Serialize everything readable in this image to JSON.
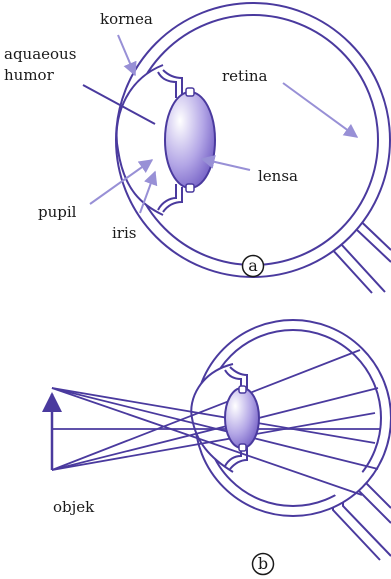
{
  "diagram_a": {
    "labels": {
      "kornea": "kornea",
      "aquaeous_line1": "aquaeous",
      "aquaeous_line2": "humor",
      "retina": "retina",
      "lensa": "lensa",
      "pupil": "pupil",
      "iris": "iris"
    },
    "panel_label": "a"
  },
  "diagram_b": {
    "labels": {
      "objek": "objek"
    },
    "panel_label": "b"
  },
  "colors": {
    "outline": "#4a3a9e",
    "arrow": "#9890d6",
    "lens_light": "#ffffff",
    "lens_dark": "#6a55c0"
  }
}
